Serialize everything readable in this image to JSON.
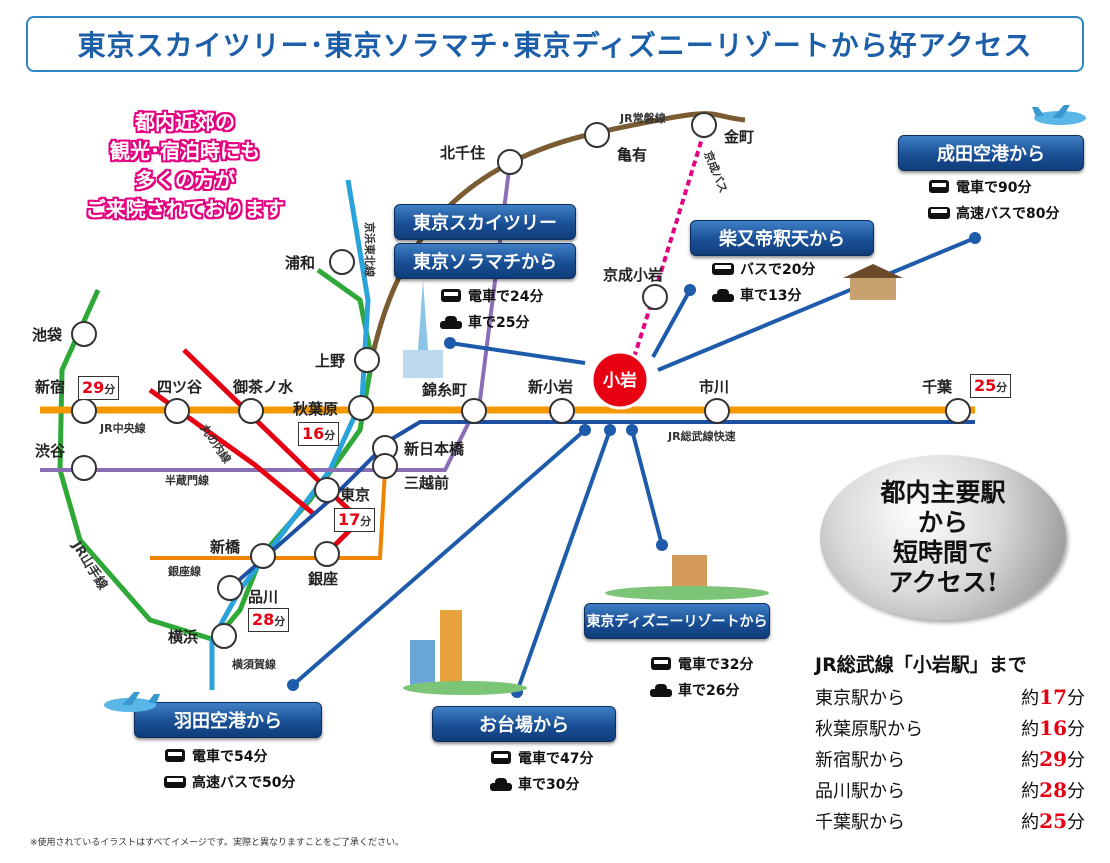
{
  "banner": "東京スカイツリー･東京ソラマチ･東京ディズニーリゾートから好アクセス",
  "intro": [
    "都内近郊の",
    "観光･宿泊時にも",
    "多くの方が",
    "ご来院されております"
  ],
  "stations": {
    "kitasenju": "北千住",
    "kameari": "亀有",
    "kanamachi": "金町",
    "urawa": "浦和",
    "ikebukuro": "池袋",
    "ueno": "上野",
    "shinjuku": "新宿",
    "yotsuya": "四ツ谷",
    "ochanomizu": "御茶ノ水",
    "akihabara": "秋葉原",
    "kinshicho": "錦糸町",
    "shinkoiwa": "新小岩",
    "koiwa": "小岩",
    "ichikawa": "市川",
    "chiba": "千葉",
    "shibuya": "渋谷",
    "shinnihonbashi": "新日本橋",
    "mitsukoshimae": "三越前",
    "tokyo": "東京",
    "shimbashi": "新橋",
    "ginza": "銀座",
    "shinagawa": "品川",
    "yokohama": "横浜",
    "keiseikoiwa": "京成小岩"
  },
  "lines": {
    "joban": "JR常磐線",
    "keihin": "京浜東北線",
    "keiseibus": "京成バス",
    "chuo": "JR中央線",
    "marunouchi": "丸の内線",
    "hanzomon": "半蔵門線",
    "sobu_rapid": "JR総武線快速",
    "ginza": "銀座線",
    "yamanote": "JR山手線",
    "yokosuka": "横須賀線"
  },
  "times_on_map": {
    "shinjuku": {
      "value": "29",
      "unit": "分"
    },
    "akihabara": {
      "value": "16",
      "unit": "分"
    },
    "tokyo": {
      "value": "17",
      "unit": "分"
    },
    "shinagawa": {
      "value": "28",
      "unit": "分"
    },
    "chiba": {
      "value": "25",
      "unit": "分"
    }
  },
  "destinations": {
    "skytree": {
      "label": "東京スカイツリー"
    },
    "solamachi": {
      "label": "東京ソラマチから",
      "rows": [
        {
          "icon": "train-icon",
          "text": "電車で24分"
        },
        {
          "icon": "car-icon",
          "text": "車で25分"
        }
      ]
    },
    "shibamata": {
      "label": "柴又帝釈天から",
      "rows": [
        {
          "icon": "bus-icon",
          "text": "バスで20分"
        },
        {
          "icon": "car-icon",
          "text": "車で13分"
        }
      ]
    },
    "narita": {
      "label": "成田空港から",
      "rows": [
        {
          "icon": "train-icon",
          "text": "電車で90分"
        },
        {
          "icon": "bus-icon",
          "text": "高速バスで80分"
        }
      ]
    },
    "disney": {
      "label": "東京ディズニーリゾートから",
      "rows": [
        {
          "icon": "train-icon",
          "text": "電車で32分"
        },
        {
          "icon": "car-icon",
          "text": "車で26分"
        }
      ]
    },
    "odaiba": {
      "label": "お台場から",
      "rows": [
        {
          "icon": "train-icon",
          "text": "電車で47分"
        },
        {
          "icon": "car-icon",
          "text": "車で30分"
        }
      ]
    },
    "haneda": {
      "label": "羽田空港から",
      "rows": [
        {
          "icon": "train-icon",
          "text": "電車で54分"
        },
        {
          "icon": "bus-icon",
          "text": "高速バスで50分"
        }
      ]
    }
  },
  "oval": [
    "都内主要駅",
    "から",
    "短時間で",
    "アクセス!"
  ],
  "table": {
    "heading": "JR総武線「小岩駅」まで",
    "rows": [
      {
        "from": "東京駅から",
        "pre": "約",
        "num": "17",
        "unit": "分"
      },
      {
        "from": "秋葉原駅から",
        "pre": "約",
        "num": "16",
        "unit": "分"
      },
      {
        "from": "新宿駅から",
        "pre": "約",
        "num": "29",
        "unit": "分"
      },
      {
        "from": "品川駅から",
        "pre": "約",
        "num": "28",
        "unit": "分"
      },
      {
        "from": "千葉駅から",
        "pre": "約",
        "num": "25",
        "unit": "分"
      }
    ]
  },
  "note": "※使用されているイラストはすべてイメージです。実際と異なりますことをご了承ください。",
  "colors": {
    "sobu": "#f39800",
    "chuo": "#f39800",
    "yamanote": "#2ea836",
    "marunouchi": "#e60012",
    "hanzomon": "#8b6fb4",
    "keihin": "#2aa3dc",
    "joban": "#7a5c33",
    "ginza": "#f08300",
    "sobu_blue": "#1d4fa3",
    "keisei_bus": "#e4007f",
    "route_blue": "#1e5bab"
  }
}
